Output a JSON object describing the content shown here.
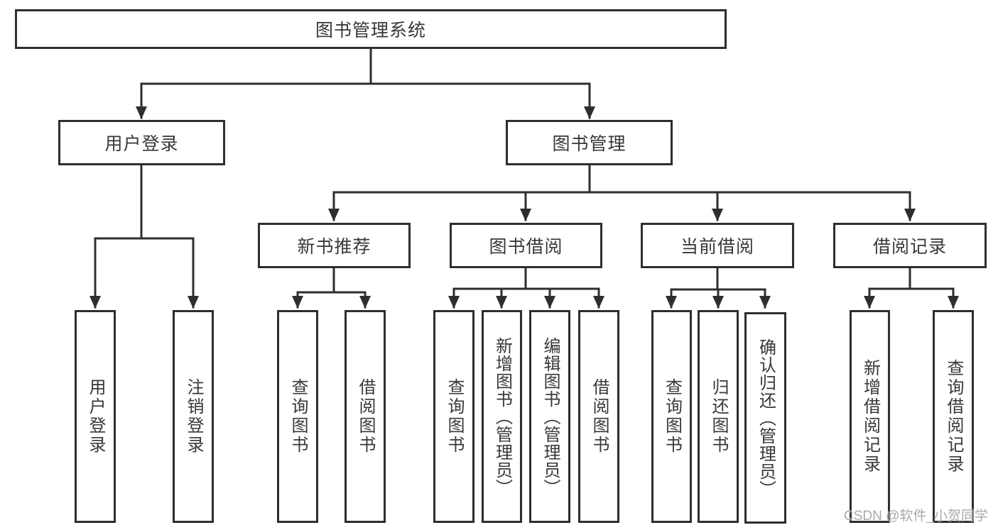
{
  "tree": {
    "root": {
      "label": "图书管理系统"
    },
    "branches": [
      {
        "label": "用户登录",
        "children": [
          {
            "label": "用户登录"
          },
          {
            "label": "注销登录"
          }
        ]
      },
      {
        "label": "图书管理",
        "sections": [
          {
            "label": "新书推荐",
            "children": [
              {
                "label": "查询图书"
              },
              {
                "label": "借阅图书"
              }
            ]
          },
          {
            "label": "图书借阅",
            "children": [
              {
                "label": "查询图书"
              },
              {
                "label": "新增图书（管理员）"
              },
              {
                "label": "编辑图书（管理员）"
              },
              {
                "label": "借阅图书"
              }
            ]
          },
          {
            "label": "当前借阅",
            "children": [
              {
                "label": "查询图书"
              },
              {
                "label": "归还图书"
              },
              {
                "label": "确认归还（管理员）"
              }
            ]
          },
          {
            "label": "借阅记录",
            "children": [
              {
                "label": "新增借阅记录"
              },
              {
                "label": "查询借阅记录"
              }
            ]
          }
        ]
      }
    ]
  },
  "style": {
    "line_color": "#2e2e2e",
    "box_fill": "#ffffff",
    "text_color": "#383838",
    "watermark_color": "#a0a0a0"
  },
  "watermark": {
    "text": "CSDN @软件_小贺同学"
  }
}
